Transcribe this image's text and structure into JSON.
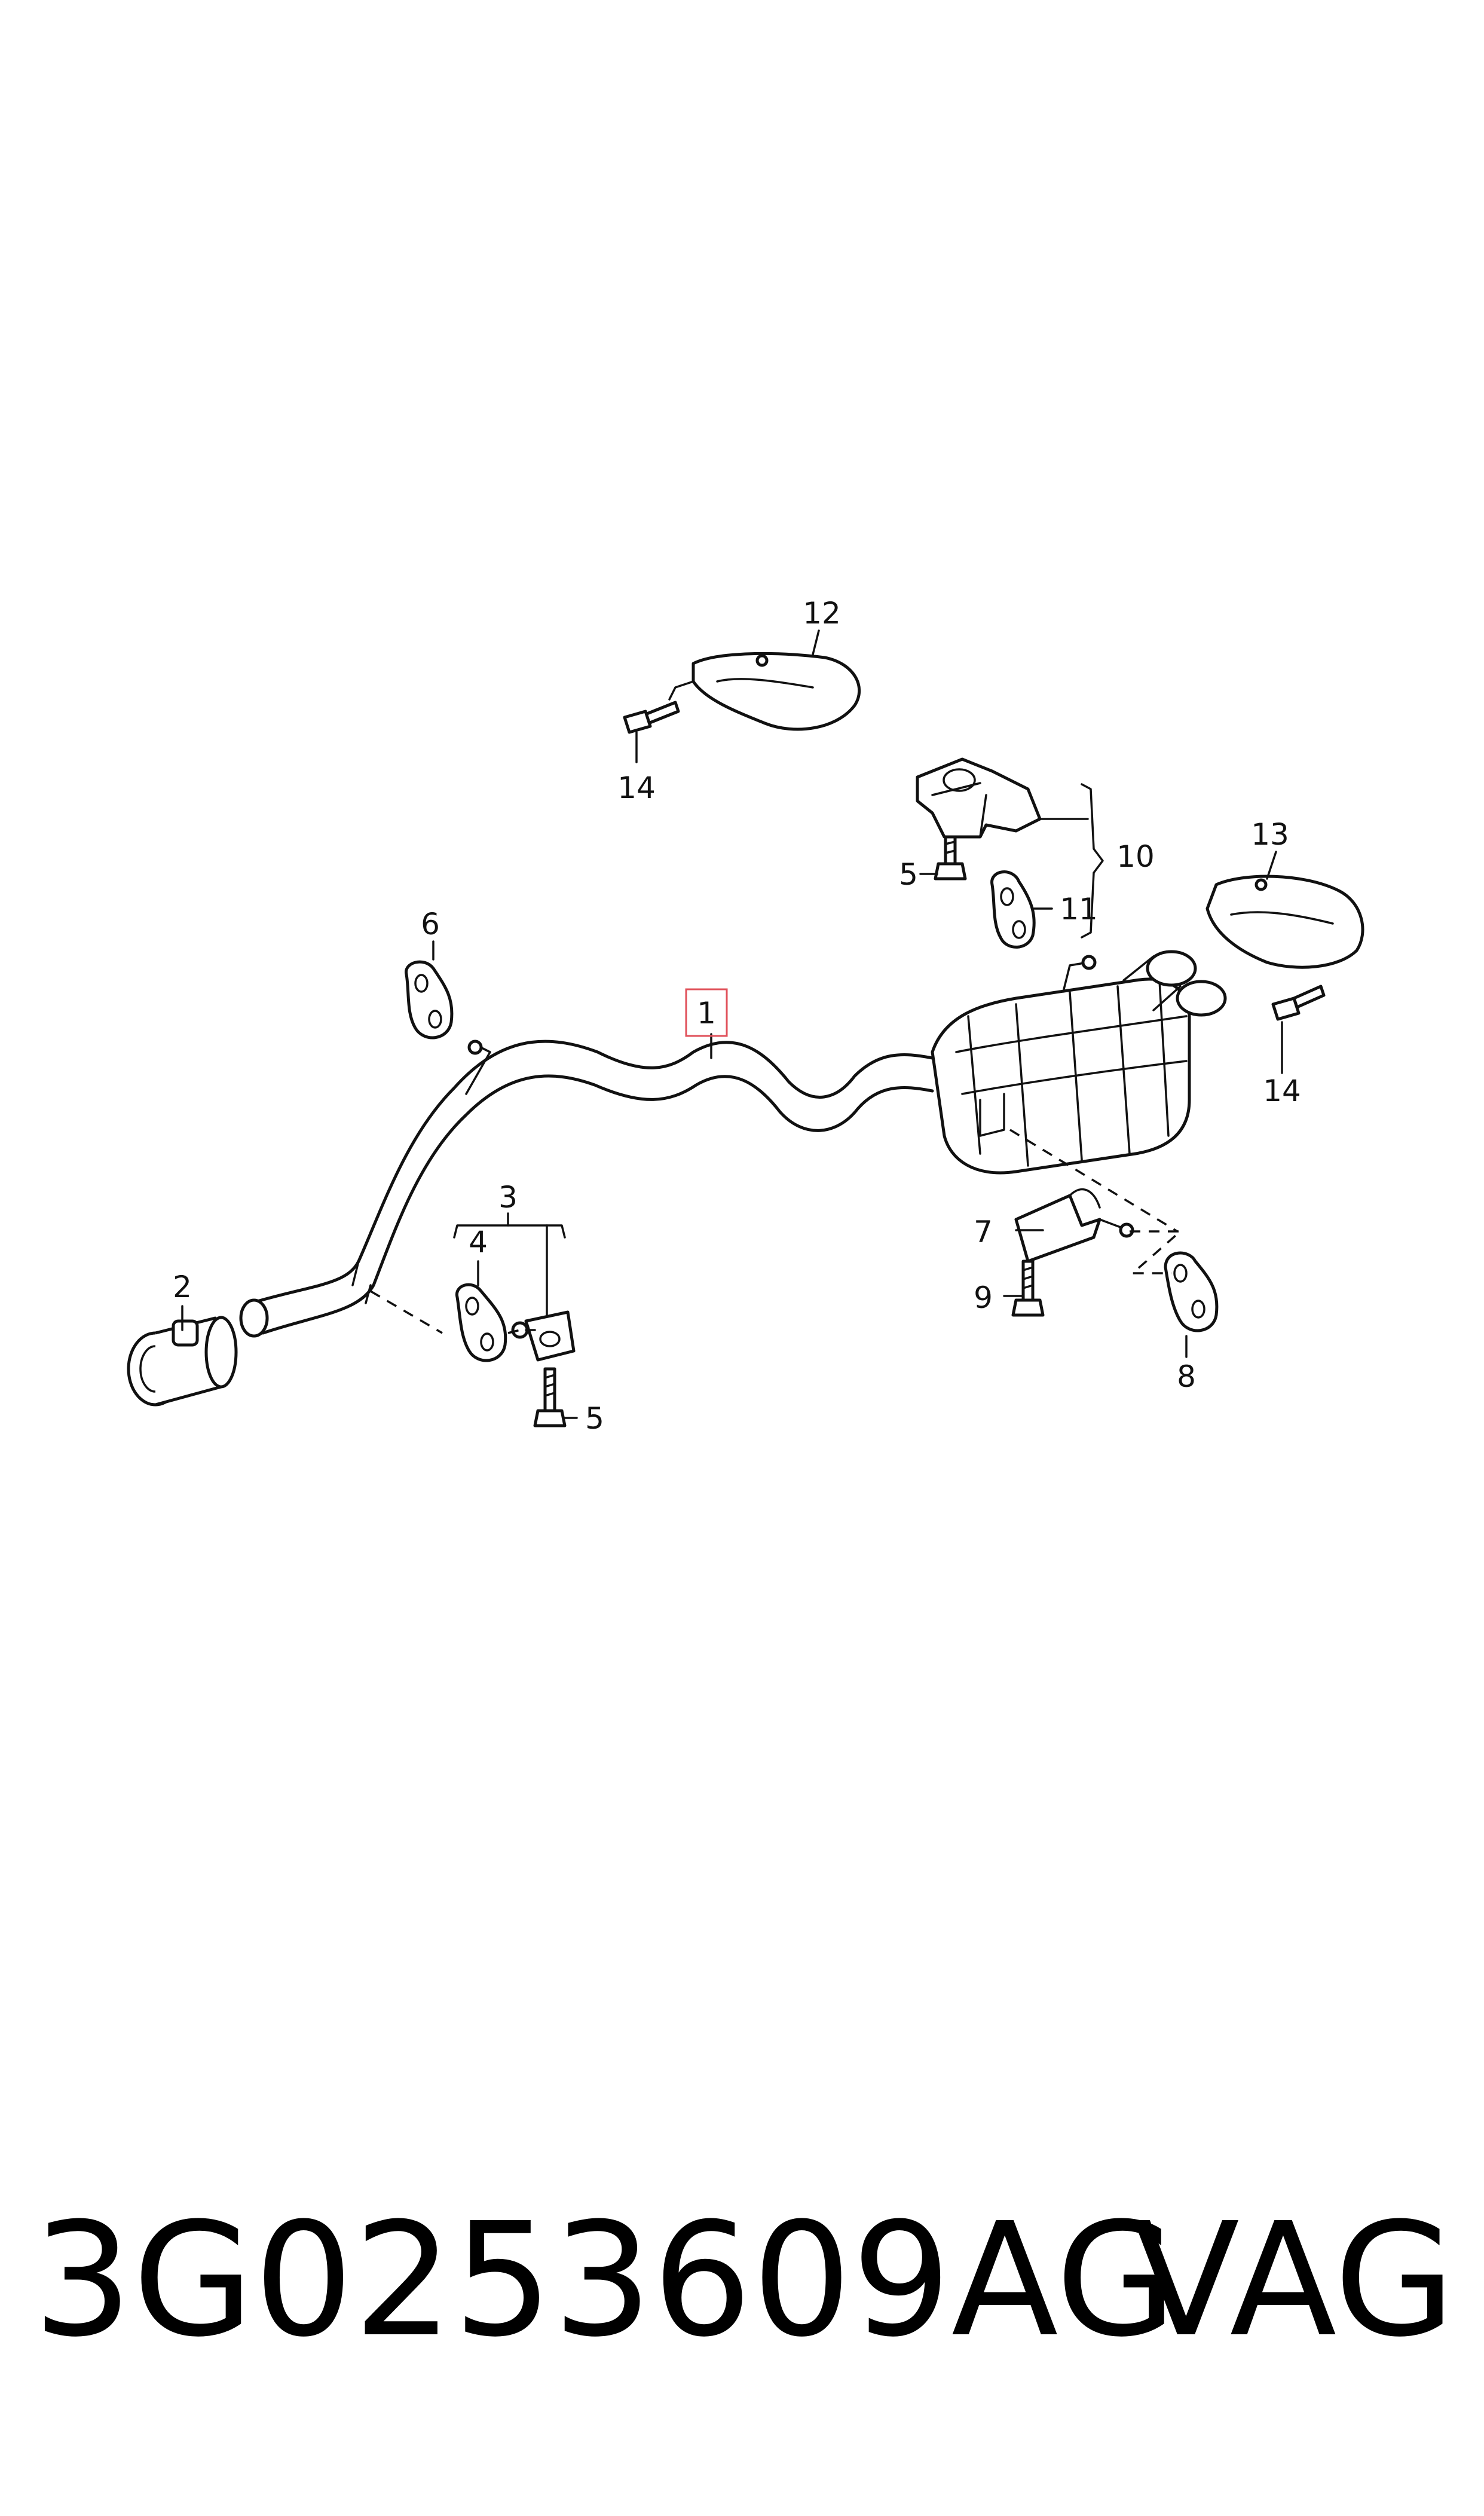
{
  "callouts": {
    "c1": "1",
    "c2": "2",
    "c3": "3",
    "c4": "4",
    "c5a": "5",
    "c5b": "5",
    "c6": "6",
    "c7": "7",
    "c8": "8",
    "c9": "9",
    "c10": "10",
    "c11": "11",
    "c12": "12",
    "c13": "13",
    "c14a": "14",
    "c14b": "14"
  },
  "footer": {
    "part_number": "3G0253609AG",
    "brand": "VAG"
  },
  "colors": {
    "highlight": "#e0505a",
    "line": "#111111"
  }
}
